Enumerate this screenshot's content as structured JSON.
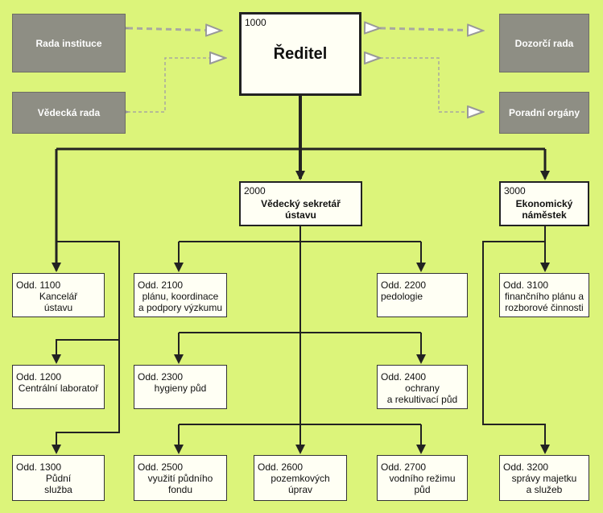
{
  "director": {
    "code": "1000",
    "title": "Ředitel"
  },
  "side_bodies": {
    "rada_instituce": "Rada instituce",
    "vedecka_rada": "Vědecká rada",
    "dozorci_rada": "Dozorčí rada",
    "poradni_organy": "Poradní orgány"
  },
  "heads": {
    "h2000": {
      "code": "2000",
      "title": "Vědecký sekretář\nústavu"
    },
    "h3000": {
      "code": "3000",
      "title": "Ekonomický\nnáměstek"
    }
  },
  "departments": {
    "d1100": {
      "code": "Odd. 1100",
      "name": "Kancelář\nústavu"
    },
    "d1200": {
      "code": "Odd. 1200",
      "name": "Centrální laboratoř"
    },
    "d1300": {
      "code": "Odd. 1300",
      "name": "Půdní\nslužba"
    },
    "d2100": {
      "code": "Odd. 2100",
      "name": "plánu, koordinace\na podpory výzkumu"
    },
    "d2200": {
      "code": "Odd. 2200",
      "name": "pedologie"
    },
    "d2300": {
      "code": "Odd. 2300",
      "name": "hygieny půd"
    },
    "d2400": {
      "code": "Odd. 2400",
      "name": "ochrany\na rekultivací půd"
    },
    "d2500": {
      "code": "Odd. 2500",
      "name": "využití půdního\nfondu"
    },
    "d2600": {
      "code": "Odd. 2600",
      "name": "pozemkových\núprav"
    },
    "d2700": {
      "code": "Odd. 2700",
      "name": "vodního režimu\npůd"
    },
    "d3100": {
      "code": "Odd. 3100",
      "name": "finančního plánu a\nrozborové činnosti"
    },
    "d3200": {
      "code": "Odd. 3200",
      "name": "správy majetku\na služeb"
    }
  },
  "colors": {
    "background": "#dcf47a",
    "box": "#fffff4",
    "side_box": "#8e8e84",
    "line": "#222222",
    "dashed": "#a8a8a0"
  }
}
